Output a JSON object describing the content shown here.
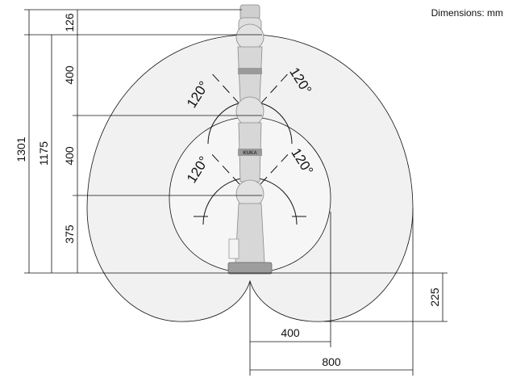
{
  "units_note": "Dimensions: mm",
  "brand_label": "KUKA",
  "dimensions": {
    "total_height": "1301",
    "upper_height": "1175",
    "segment_top": "126",
    "segment_upper": "400",
    "segment_middle": "400",
    "segment_base": "375",
    "reach_inner": "400",
    "reach_outer": "800",
    "drop_below_base": "225"
  },
  "angles": {
    "upper_left": "120°",
    "upper_right": "120°",
    "lower_left": "120°",
    "lower_right": "120°"
  },
  "colors": {
    "envelope_fill": "#f1f1f1",
    "line": "#111111",
    "robot_body": "#d9d9d9",
    "robot_dark": "#8a8a8a"
  }
}
